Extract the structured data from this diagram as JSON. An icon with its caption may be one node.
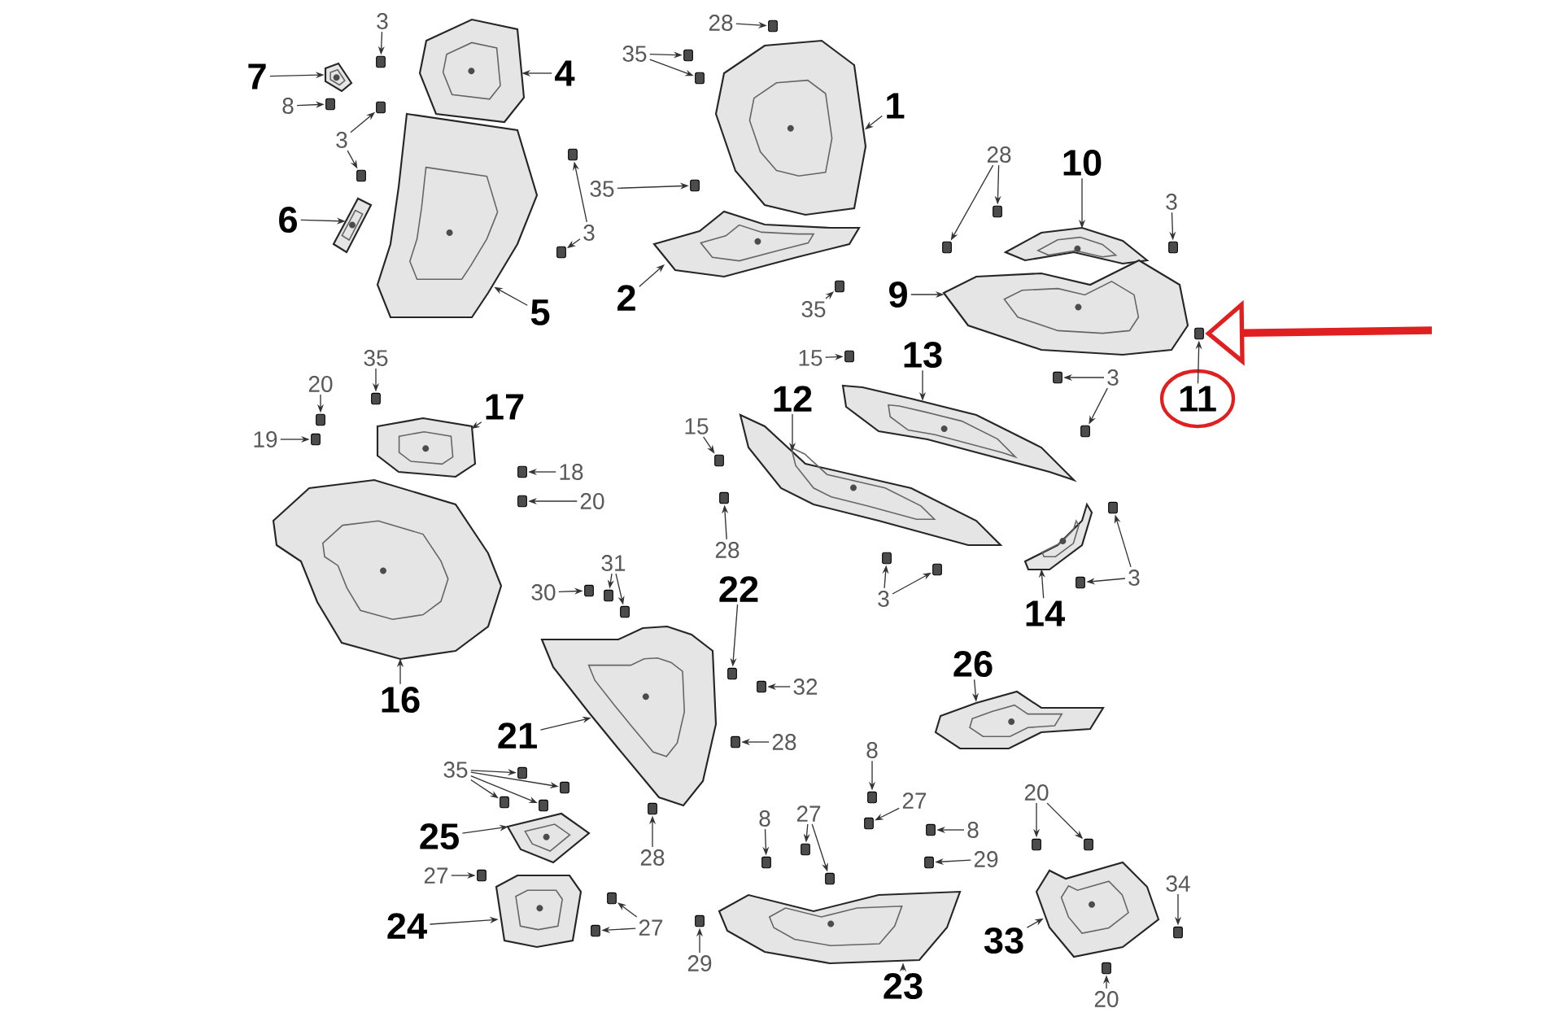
{
  "diagram": {
    "nodes": [
      {
        "text": [
          "7"
        ]
      },
      {
        "text": [],
        "shape": "picture"
      },
      {
        "text": [
          "3"
        ]
      },
      {
        "text": [],
        "shape": "box"
      },
      {
        "text": [
          "4"
        ]
      },
      {
        "text": [],
        "shape": "picture"
      },
      {
        "text": [
          "8"
        ]
      },
      {
        "text": [],
        "shape": "box"
      },
      {
        "text": [
          "3"
        ]
      },
      {
        "text": [],
        "shape": "box"
      },
      {
        "text": [],
        "shape": "box"
      },
      {
        "text": [
          "28"
        ]
      },
      {
        "text": [],
        "shape": "box"
      },
      {
        "text": [
          "35"
        ]
      },
      {
        "text": [],
        "shape": "box"
      },
      {
        "text": [],
        "shape": "box"
      },
      {
        "text": [
          "1"
        ]
      },
      {
        "text": [],
        "shape": "picture"
      },
      {
        "text": [
          "35"
        ]
      },
      {
        "text": [],
        "shape": "box"
      },
      {
        "text": [
          "3"
        ]
      },
      {
        "text": [],
        "shape": "box"
      },
      {
        "text": [],
        "shape": "box"
      },
      {
        "text": [
          "6"
        ]
      },
      {
        "text": [],
        "shape": "picture"
      },
      {
        "text": [
          "5"
        ]
      },
      {
        "text": [],
        "shape": "picture"
      },
      {
        "text": [
          "2"
        ]
      },
      {
        "text": [],
        "shape": "picture"
      },
      {
        "text": [
          "35"
        ]
      },
      {
        "text": [],
        "shape": "box"
      },
      {
        "text": [
          "10"
        ]
      },
      {
        "text": [],
        "shape": "picture"
      },
      {
        "text": [
          "28"
        ]
      },
      {
        "text": [],
        "shape": "box"
      },
      {
        "text": [],
        "shape": "box"
      },
      {
        "text": [
          "3"
        ]
      },
      {
        "text": [],
        "shape": "box"
      },
      {
        "text": [
          "9"
        ]
      },
      {
        "text": [],
        "shape": "picture"
      },
      {
        "text": [
          "11"
        ]
      },
      {
        "text": [],
        "shape": "box"
      },
      {
        "text": [
          "15"
        ]
      },
      {
        "text": [],
        "shape": "box"
      },
      {
        "text": [
          "13"
        ]
      },
      {
        "text": [],
        "shape": "picture"
      },
      {
        "text": [
          "3"
        ]
      },
      {
        "text": [],
        "shape": "box"
      },
      {
        "text": [],
        "shape": "box"
      },
      {
        "text": [
          "12"
        ]
      },
      {
        "text": [],
        "shape": "picture"
      },
      {
        "text": [
          "15"
        ]
      },
      {
        "text": [],
        "shape": "box"
      },
      {
        "text": [
          "28"
        ]
      },
      {
        "text": [],
        "shape": "box"
      },
      {
        "text": [
          "3"
        ]
      },
      {
        "text": [],
        "shape": "box"
      },
      {
        "text": [],
        "shape": "box"
      },
      {
        "text": [
          "14"
        ]
      },
      {
        "text": [],
        "shape": "picture"
      },
      {
        "text": [
          "3"
        ]
      },
      {
        "text": [],
        "shape": "box"
      },
      {
        "text": [],
        "shape": "box"
      },
      {
        "text": [
          "35"
        ]
      },
      {
        "text": [],
        "shape": "box"
      },
      {
        "text": [
          "20"
        ]
      },
      {
        "text": [],
        "shape": "box"
      },
      {
        "text": [
          "19"
        ]
      },
      {
        "text": [],
        "shape": "box"
      },
      {
        "text": [
          "17"
        ]
      },
      {
        "text": [],
        "shape": "picture"
      },
      {
        "text": [
          "18"
        ]
      },
      {
        "text": [],
        "shape": "box"
      },
      {
        "text": [
          "20"
        ]
      },
      {
        "text": [],
        "shape": "box"
      },
      {
        "text": [
          "16"
        ]
      },
      {
        "text": [],
        "shape": "picture"
      },
      {
        "text": [
          "30"
        ]
      },
      {
        "text": [],
        "shape": "box"
      },
      {
        "text": [
          "31"
        ]
      },
      {
        "text": [],
        "shape": "box"
      },
      {
        "text": [],
        "shape": "box"
      },
      {
        "text": [
          "22"
        ]
      },
      {
        "text": [],
        "shape": "box"
      },
      {
        "text": [
          "32"
        ]
      },
      {
        "text": [],
        "shape": "box"
      },
      {
        "text": [
          "21"
        ]
      },
      {
        "text": [],
        "shape": "picture"
      },
      {
        "text": [
          "28"
        ]
      },
      {
        "text": [],
        "shape": "box"
      },
      {
        "text": [
          "26"
        ]
      },
      {
        "text": [],
        "shape": "picture"
      },
      {
        "text": [
          "35"
        ]
      },
      {
        "text": [],
        "shape": "box"
      },
      {
        "text": [],
        "shape": "box"
      },
      {
        "text": [],
        "shape": "box"
      },
      {
        "text": [],
        "shape": "box"
      },
      {
        "text": [
          "25"
        ]
      },
      {
        "text": [],
        "shape": "picture"
      },
      {
        "text": [
          "28"
        ]
      },
      {
        "text": [],
        "shape": "box"
      },
      {
        "text": [
          "27"
        ]
      },
      {
        "text": [],
        "shape": "box"
      },
      {
        "text": [
          "24"
        ]
      },
      {
        "text": [],
        "shape": "picture"
      },
      {
        "text": [
          "27"
        ]
      },
      {
        "text": [],
        "shape": "box"
      },
      {
        "text": [],
        "shape": "box"
      },
      {
        "text": [
          "8"
        ]
      },
      {
        "text": [],
        "shape": "box"
      },
      {
        "text": [
          "27"
        ]
      },
      {
        "text": [],
        "shape": "box"
      },
      {
        "text": [],
        "shape": "box"
      },
      {
        "text": [
          "8"
        ]
      },
      {
        "text": [],
        "shape": "box"
      },
      {
        "text": [
          "27"
        ]
      },
      {
        "text": [],
        "shape": "box"
      },
      {
        "text": [
          "8"
        ]
      },
      {
        "text": [],
        "shape": "box"
      },
      {
        "text": [
          "29"
        ]
      },
      {
        "text": [],
        "shape": "box"
      },
      {
        "text": [
          "29"
        ]
      },
      {
        "text": [],
        "shape": "box"
      },
      {
        "text": [
          "23"
        ]
      },
      {
        "text": [],
        "shape": "picture"
      },
      {
        "text": [
          "20"
        ]
      },
      {
        "text": [],
        "shape": "box"
      },
      {
        "text": [],
        "shape": "box"
      },
      {
        "text": [
          "34"
        ]
      },
      {
        "text": [],
        "shape": "box"
      },
      {
        "text": [
          "33"
        ]
      },
      {
        "text": [],
        "shape": "picture"
      },
      {
        "text": [
          "20"
        ]
      },
      {
        "text": [],
        "shape": "box"
      }
    ],
    "edges": [
      {
        "from": 0,
        "to": 1,
        "arrow": "to"
      },
      {
        "from": 2,
        "to": 3,
        "arrow": "to"
      },
      {
        "from": 4,
        "to": 5,
        "arrow": "to"
      },
      {
        "from": 6,
        "to": 7,
        "arrow": "to"
      },
      {
        "from": 8,
        "to": 9,
        "arrow": "to"
      },
      {
        "from": 8,
        "to": 10,
        "arrow": "to"
      },
      {
        "from": 11,
        "to": 12,
        "arrow": "to"
      },
      {
        "from": 13,
        "to": 14,
        "arrow": "to"
      },
      {
        "from": 13,
        "to": 15,
        "arrow": "to"
      },
      {
        "from": 16,
        "to": 17,
        "arrow": "to"
      },
      {
        "from": 18,
        "to": 19,
        "arrow": "to"
      },
      {
        "from": 20,
        "to": 21,
        "arrow": "to"
      },
      {
        "from": 20,
        "to": 22,
        "arrow": "to"
      },
      {
        "from": 23,
        "to": 24,
        "arrow": "to"
      },
      {
        "from": 25,
        "to": 26,
        "arrow": "to"
      },
      {
        "from": 27,
        "to": 28,
        "arrow": "to"
      },
      {
        "from": 29,
        "to": 30,
        "arrow": "to"
      },
      {
        "from": 31,
        "to": 32,
        "arrow": "to"
      },
      {
        "from": 33,
        "to": 34,
        "arrow": "to"
      },
      {
        "from": 33,
        "to": 35,
        "arrow": "to"
      },
      {
        "from": 36,
        "to": 37,
        "arrow": "to"
      },
      {
        "from": 38,
        "to": 39,
        "arrow": "to"
      },
      {
        "from": 40,
        "to": 41,
        "arrow": "to"
      },
      {
        "from": 42,
        "to": 43,
        "arrow": "to"
      },
      {
        "from": 44,
        "to": 45,
        "arrow": "to"
      },
      {
        "from": 46,
        "to": 47,
        "arrow": "to"
      },
      {
        "from": 46,
        "to": 48,
        "arrow": "to"
      },
      {
        "from": 49,
        "to": 50,
        "arrow": "to"
      },
      {
        "from": 51,
        "to": 52,
        "arrow": "to"
      },
      {
        "from": 53,
        "to": 54,
        "arrow": "to"
      },
      {
        "from": 55,
        "to": 56,
        "arrow": "to"
      },
      {
        "from": 55,
        "to": 57,
        "arrow": "to"
      },
      {
        "from": 58,
        "to": 59,
        "arrow": "to"
      },
      {
        "from": 60,
        "to": 61,
        "arrow": "to"
      },
      {
        "from": 60,
        "to": 62,
        "arrow": "to"
      },
      {
        "from": 63,
        "to": 64,
        "arrow": "to"
      },
      {
        "from": 65,
        "to": 66,
        "arrow": "to"
      },
      {
        "from": 67,
        "to": 68,
        "arrow": "to"
      },
      {
        "from": 69,
        "to": 70,
        "arrow": "to"
      },
      {
        "from": 71,
        "to": 72,
        "arrow": "to"
      },
      {
        "from": 73,
        "to": 74,
        "arrow": "to"
      },
      {
        "from": 75,
        "to": 76,
        "arrow": "to"
      },
      {
        "from": 77,
        "to": 78,
        "arrow": "to"
      },
      {
        "from": 79,
        "to": 80,
        "arrow": "to"
      },
      {
        "from": 79,
        "to": 81,
        "arrow": "to"
      },
      {
        "from": 82,
        "to": 83,
        "arrow": "to"
      },
      {
        "from": 84,
        "to": 85,
        "arrow": "to"
      },
      {
        "from": 86,
        "to": 87,
        "arrow": "to"
      },
      {
        "from": 88,
        "to": 89,
        "arrow": "to"
      },
      {
        "from": 90,
        "to": 91,
        "arrow": "to"
      },
      {
        "from": 92,
        "to": 93,
        "arrow": "to"
      },
      {
        "from": 92,
        "to": 94,
        "arrow": "to"
      },
      {
        "from": 92,
        "to": 95,
        "arrow": "to"
      },
      {
        "from": 92,
        "to": 96,
        "arrow": "to"
      },
      {
        "from": 97,
        "to": 98,
        "arrow": "to"
      },
      {
        "from": 99,
        "to": 100,
        "arrow": "to"
      },
      {
        "from": 101,
        "to": 102,
        "arrow": "to"
      },
      {
        "from": 103,
        "to": 104,
        "arrow": "to"
      },
      {
        "from": 105,
        "to": 106,
        "arrow": "to"
      },
      {
        "from": 105,
        "to": 107,
        "arrow": "to"
      },
      {
        "from": 108,
        "to": 109,
        "arrow": "to"
      },
      {
        "from": 110,
        "to": 111,
        "arrow": "to"
      },
      {
        "from": 110,
        "to": 112,
        "arrow": "to"
      },
      {
        "from": 113,
        "to": 114,
        "arrow": "to"
      },
      {
        "from": 115,
        "to": 116,
        "arrow": "to"
      },
      {
        "from": 117,
        "to": 118,
        "arrow": "to"
      },
      {
        "from": 119,
        "to": 120,
        "arrow": "to"
      },
      {
        "from": 121,
        "to": 122,
        "arrow": "to"
      },
      {
        "from": 123,
        "to": 124,
        "arrow": "to"
      },
      {
        "from": 125,
        "to": 126,
        "arrow": "to"
      },
      {
        "from": 125,
        "to": 127,
        "arrow": "to"
      },
      {
        "from": 128,
        "to": 129,
        "arrow": "to"
      },
      {
        "from": 130,
        "to": 131,
        "arrow": "to"
      },
      {
        "from": 132,
        "to": 133,
        "arrow": "to"
      },
      {
        "from": null,
        "to": 41,
        "arrow": "to",
        "style": "thick",
        "color": "#e02020"
      }
    ]
  }
}
